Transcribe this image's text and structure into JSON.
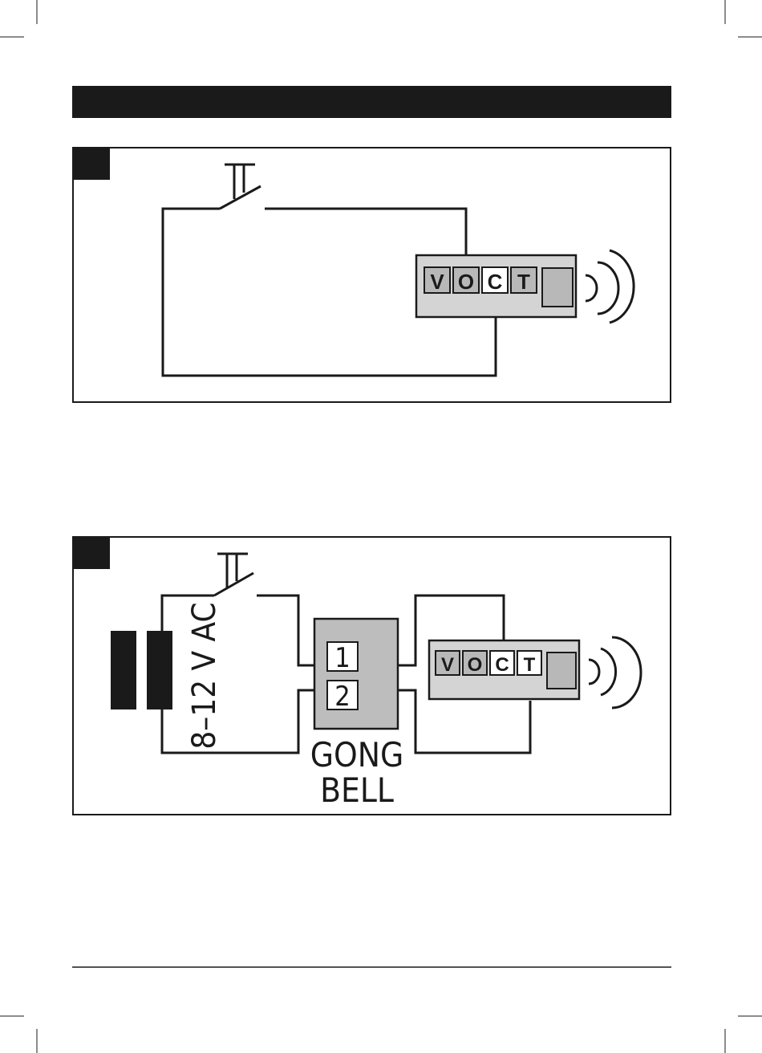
{
  "header_bar": {
    "color": "#1a1a1a"
  },
  "diagram1": {
    "terminals": [
      "V",
      "O",
      "C",
      "T"
    ],
    "highlighted_terminal": "C"
  },
  "diagram2": {
    "terminals": [
      "V",
      "O",
      "C",
      "T"
    ],
    "voltage_label": "8–12 V AC",
    "gong_terminals": [
      "1",
      "2"
    ],
    "gong_label_line1": "GONG",
    "gong_label_line2": "BELL"
  },
  "colors": {
    "ink": "#1a1a1a",
    "module_fill": "#d4d4d4",
    "terminal_fill": "#b8b8b8",
    "terminal_highlight": "#ffffff",
    "gong_fill": "#bdbdbd"
  }
}
